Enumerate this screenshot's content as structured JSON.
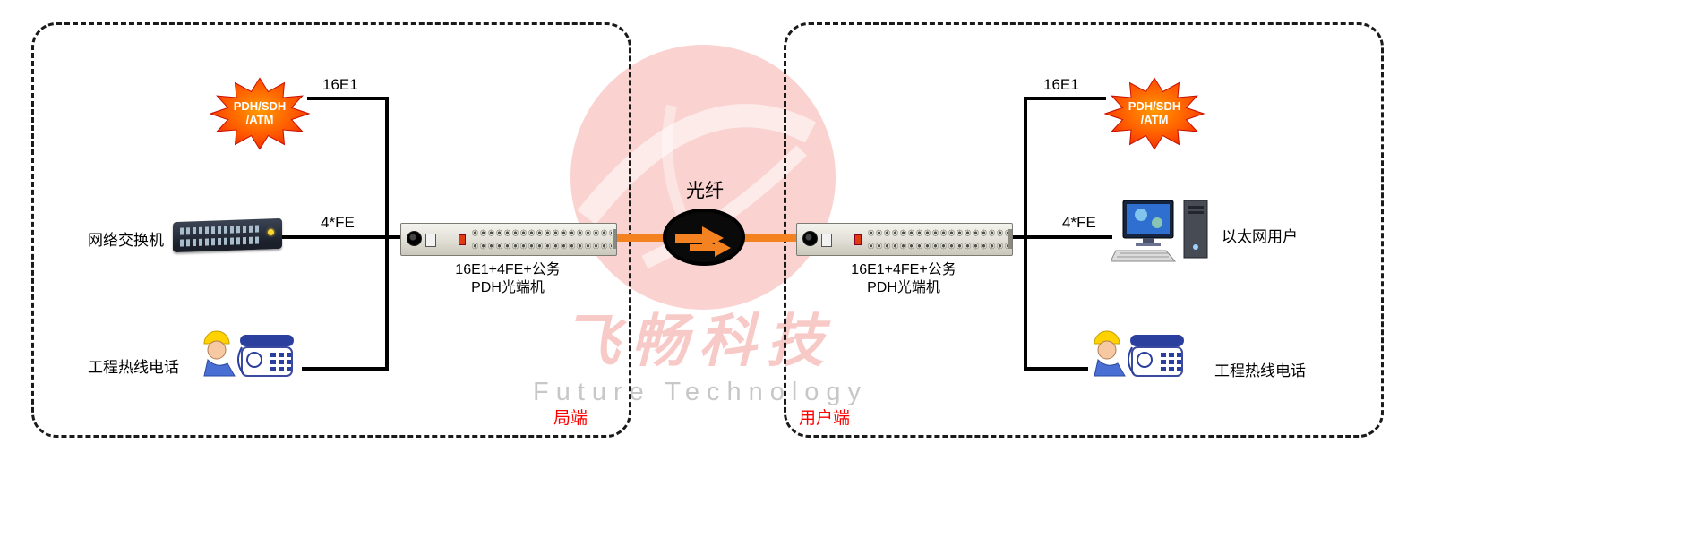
{
  "watermark": {
    "brand": "飞畅科技",
    "subtitle": "Future Technology"
  },
  "fiber": {
    "label": "光纤",
    "line_color": "#f58220"
  },
  "left": {
    "zone_label": "局端",
    "starburst": {
      "line1": "PDH/SDH",
      "line2": "/ATM"
    },
    "labels": {
      "e1": "16E1",
      "fe": "4*FE",
      "switch": "网络交换机",
      "phone": "工程热线电话"
    },
    "device": {
      "line1": "16E1+4FE+公务",
      "line2": "PDH光端机"
    }
  },
  "right": {
    "zone_label": "用户端",
    "starburst": {
      "line1": "PDH/SDH",
      "line2": "/ATM"
    },
    "labels": {
      "e1": "16E1",
      "fe": "4*FE",
      "pc": "以太网用户",
      "phone": "工程热线电话"
    },
    "device": {
      "line1": "16E1+4FE+公务",
      "line2": "PDH光端机"
    }
  }
}
